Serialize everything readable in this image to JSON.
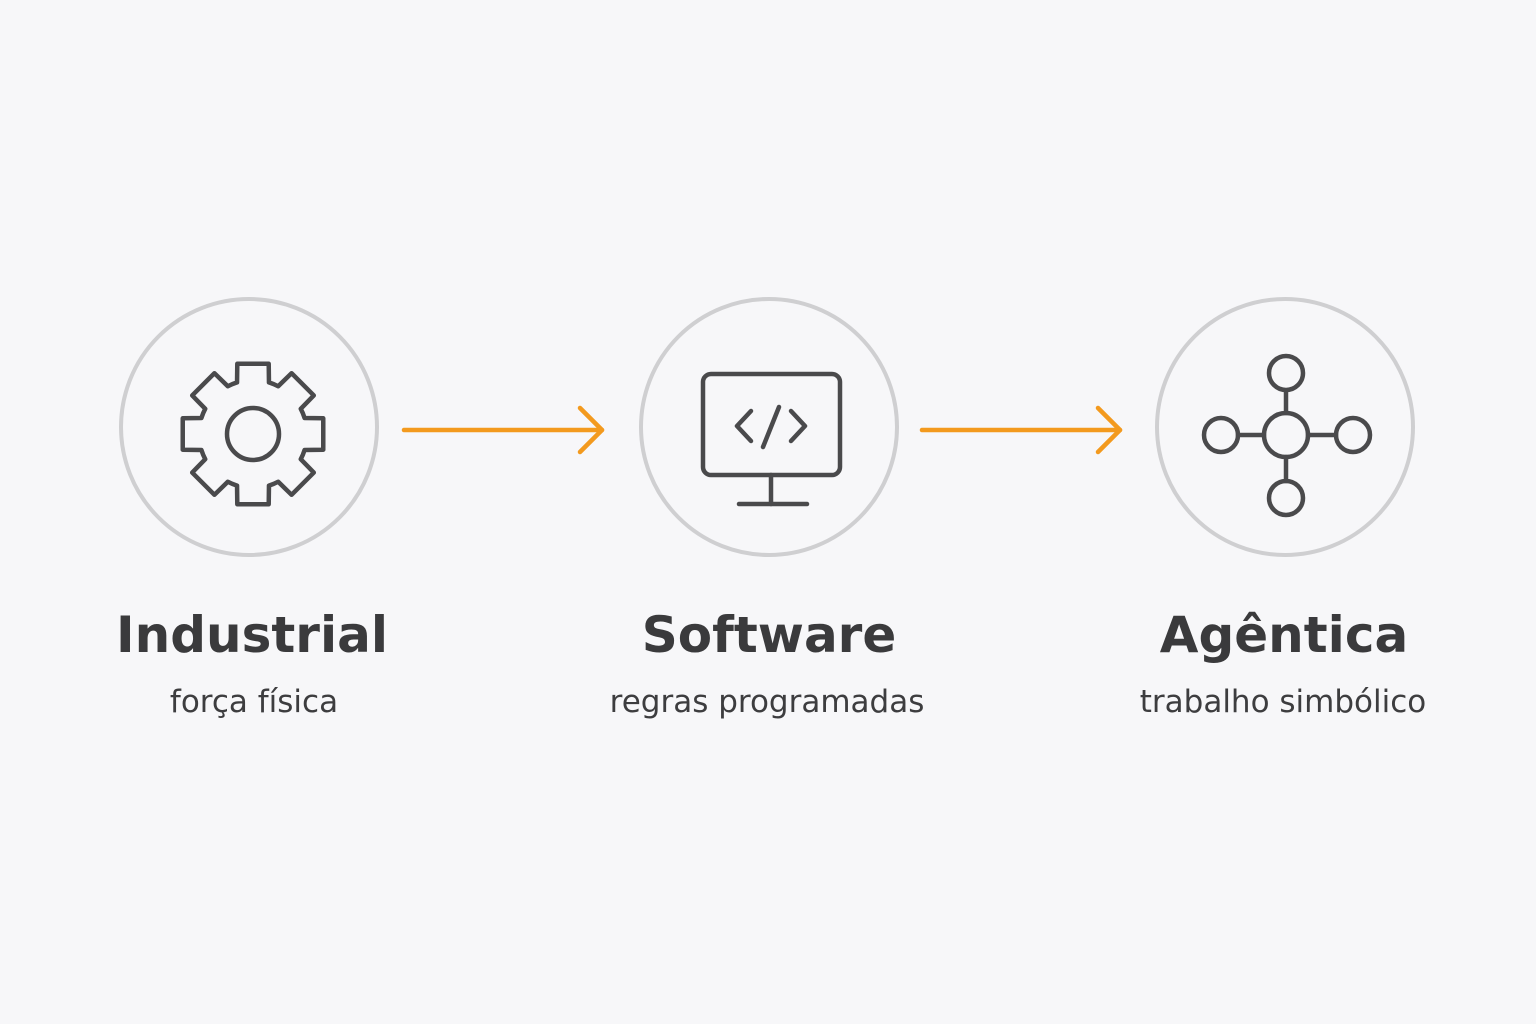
{
  "accent_color": "#f39a1e",
  "icon_color": "#4a4a4c",
  "ring_color": "#cfcfd1",
  "stages": [
    {
      "title": "Industrial",
      "subtitle": "força física",
      "icon": "gear-icon"
    },
    {
      "title": "Software",
      "subtitle": "regras programadas",
      "icon": "code-monitor-icon"
    },
    {
      "title": "Agêntica",
      "subtitle": "trabalho simbólico",
      "icon": "network-nodes-icon"
    }
  ]
}
